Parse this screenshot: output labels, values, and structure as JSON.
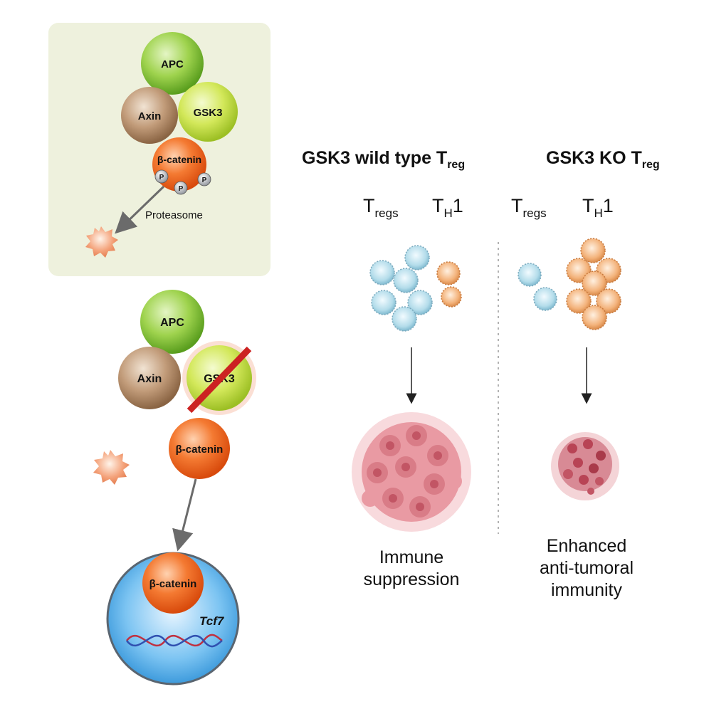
{
  "top_panel": {
    "apc": "APC",
    "axin": "Axin",
    "gsk3": "GSK3",
    "beta_catenin": "β-catenin",
    "phospho": "P",
    "proteasome": "Proteasome"
  },
  "bottom_panel": {
    "apc": "APC",
    "axin": "Axin",
    "gsk3": "GSK3",
    "beta_catenin": "β-catenin",
    "nucleus_beta_catenin": "β-catenin",
    "gene": "Tcf7"
  },
  "right": {
    "wt_heading": "GSK3 wild type T",
    "wt_heading_sub": "reg",
    "ko_heading": "GSK3 KO T",
    "ko_heading_sub": "reg",
    "wt_tregs": "T",
    "wt_tregs_sub": "regs",
    "wt_th1": "T",
    "wt_th1_sub": "H",
    "wt_th1_suffix": "1",
    "ko_tregs": "T",
    "ko_tregs_sub": "regs",
    "ko_th1": "T",
    "ko_th1_sub": "H",
    "ko_th1_suffix": "1",
    "wt_outcome_line1": "Immune",
    "wt_outcome_line2": "suppression",
    "ko_outcome_line1": "Enhanced",
    "ko_outcome_line2": "anti-tumoral",
    "ko_outcome_line3": "immunity"
  },
  "colors": {
    "panel_bg": "#eef1dd",
    "apc_green": "#8cc63f",
    "gsk3_lime": "#c8e04a",
    "axin_brown": "#b08b6a",
    "catenin_orange": "#f26522",
    "treg_blue": "#a8d8e8",
    "th1_orange": "#f0a868",
    "tumor_pink": "#e88a95",
    "tumor_dark": "#b84455",
    "nucleus_blue": "#4aa8e8",
    "slash_red": "#cc2222"
  }
}
